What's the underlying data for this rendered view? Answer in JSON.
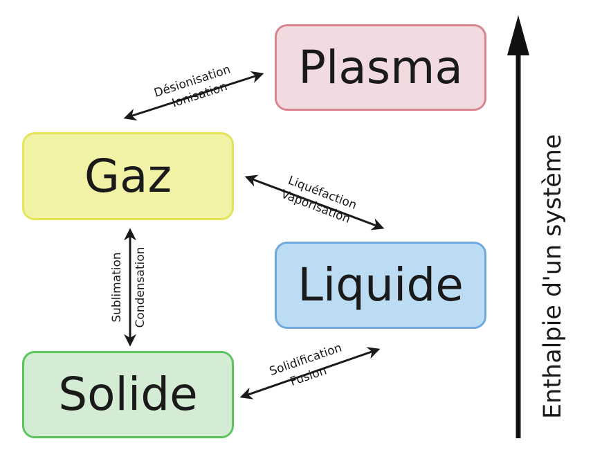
{
  "states": {
    "plasma": {
      "label": "Plasma",
      "fill": "#f2dbe0",
      "border": "#d9858f"
    },
    "gaz": {
      "label": "Gaz",
      "fill": "#f2f2a6",
      "border": "#e4e45a"
    },
    "liquide": {
      "label": "Liquide",
      "fill": "#bcdcf3",
      "border": "#6fa8dc"
    },
    "solide": {
      "label": "Solide",
      "fill": "#d4ecd4",
      "border": "#5cc45f"
    }
  },
  "transitions": {
    "gaz_plasma": {
      "upper": "Désionisation",
      "lower": "Ionisation"
    },
    "gaz_liquide": {
      "upper": "Liquéfaction",
      "lower": "Vaporisation"
    },
    "gaz_solide": {
      "left": "Sublimation",
      "right": "Condensation"
    },
    "solide_liquide": {
      "upper": "Solidification",
      "lower": "Fusion"
    }
  },
  "axis": {
    "label": "Enthalpie d'un système"
  }
}
